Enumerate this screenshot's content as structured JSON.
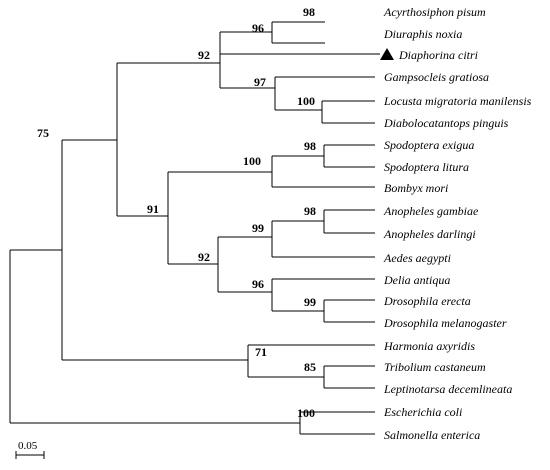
{
  "tree": {
    "taxa": [
      "Acyrthosiphon pisum",
      "Diuraphis noxia",
      "Diaphorina citri",
      "Gampsocleis gratiosa",
      "Locusta migratoria manilensis",
      "Diabolocatantops pinguis",
      "Spodoptera exigua",
      "Spodoptera litura",
      "Bombyx mori",
      "Anopheles gambiae",
      "Anopheles darlingi",
      "Aedes aegypti",
      "Delia antiqua",
      "Drosophila erecta",
      "Drosophila melanogaster",
      "Harmonia axyridis",
      "Tribolium castaneum",
      "Leptinotarsa decemlineata",
      "Escherichia coli",
      "Salmonella enterica"
    ],
    "highlighted_taxon": "Diaphorina citri",
    "highlight_marker": "filled-triangle",
    "bootstrap_values": [
      "98",
      "96",
      "97",
      "100",
      "92",
      "98",
      "100",
      "98",
      "99",
      "99",
      "96",
      "92",
      "91",
      "75",
      "85",
      "71",
      "100"
    ],
    "scale_bar": {
      "label": "0.05",
      "value": 0.05
    }
  }
}
